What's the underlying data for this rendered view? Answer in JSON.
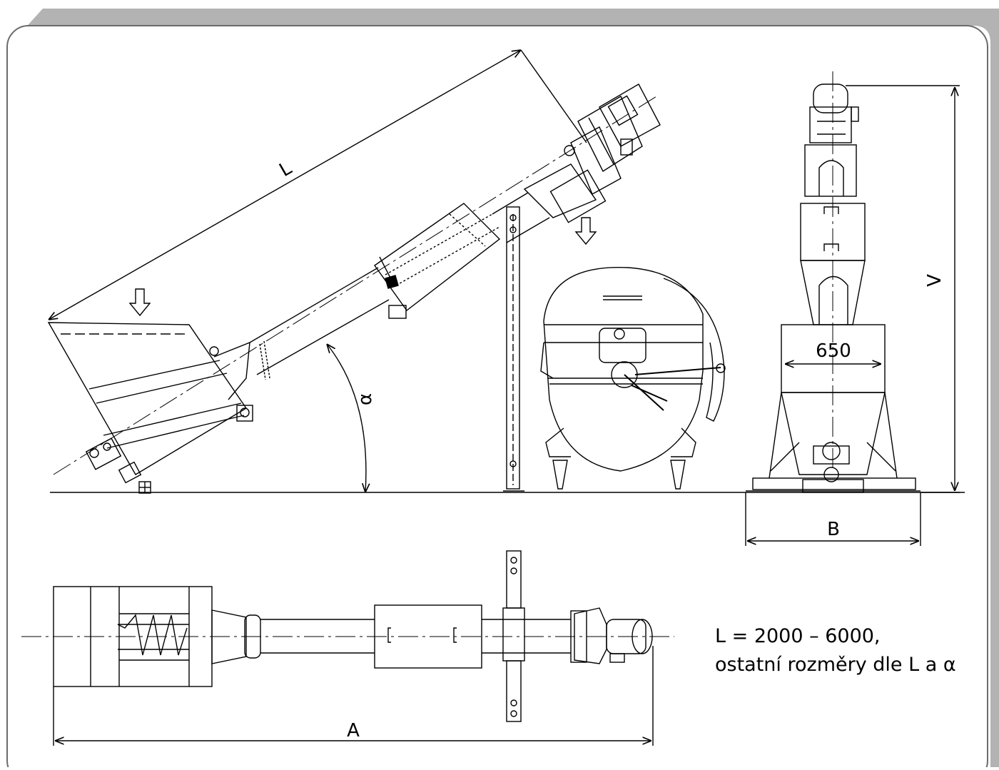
{
  "labels": {
    "length": "L",
    "angle": "α",
    "height": "V",
    "width_dim": "650",
    "base": "B",
    "total_length": "A"
  },
  "note": {
    "line1": "L = 2000 – 6000,",
    "line2": "ostatní rozměry dle L a α"
  },
  "colors": {
    "frame_shadow": "#b3b3b3",
    "frame_border": "#6b6b6b",
    "line": "#000000",
    "background": "#ffffff"
  }
}
